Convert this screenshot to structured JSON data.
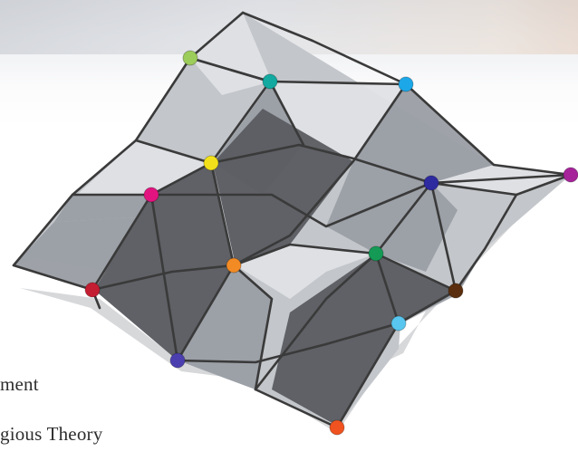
{
  "captions": {
    "line1": "ment",
    "line2": "gious Theory"
  },
  "colors": {
    "grid_line": "#3a3a3a",
    "tile_dark": "#5a5c60",
    "tile_mid": "#9a9ea4",
    "tile_light": "#c3c6ca",
    "tile_pale": "#dfe2e5",
    "shadow": "#8d9096"
  },
  "nodes": [
    {
      "name": "lime-green",
      "color": "#9ccc5a"
    },
    {
      "name": "teal",
      "color": "#12a9a0"
    },
    {
      "name": "sky-blue",
      "color": "#1ca8e8"
    },
    {
      "name": "yellow",
      "color": "#f2e11a"
    },
    {
      "name": "magenta",
      "color": "#e2147f"
    },
    {
      "name": "indigo",
      "color": "#2e2aa0"
    },
    {
      "name": "purple",
      "color": "#a6239a"
    },
    {
      "name": "orange",
      "color": "#f38b25"
    },
    {
      "name": "green",
      "color": "#149a55"
    },
    {
      "name": "crimson",
      "color": "#c41e32"
    },
    {
      "name": "brown",
      "color": "#5a2e0e"
    },
    {
      "name": "light-blue",
      "color": "#58c6ef"
    },
    {
      "name": "violet",
      "color": "#4b3fb0"
    },
    {
      "name": "red-orange",
      "color": "#f0531f"
    }
  ]
}
